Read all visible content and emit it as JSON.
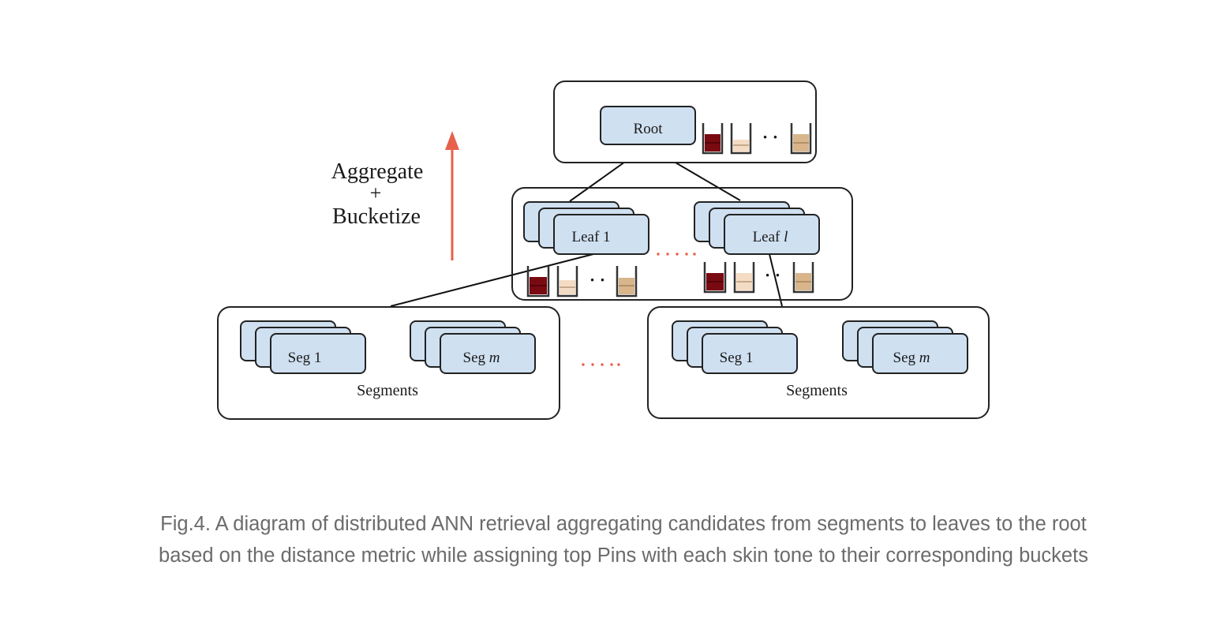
{
  "diagram": {
    "aggregate_label": "Aggregate",
    "plus_label": "+",
    "bucketize_label": "Bucketize",
    "root_label": "Root",
    "leaf_first_label": "Leaf 1",
    "leaf_last_prefix": "Leaf ",
    "leaf_last_var": "l",
    "seg_first_label": "Seg 1",
    "seg_last_prefix": "Seg ",
    "seg_last_var": "m",
    "segments_label": "Segments",
    "ellipsis_dots": "· ·",
    "colors": {
      "node_fill": "#cfe0f1",
      "arrow": "#e8604c",
      "dots": "#e8604c",
      "bucket_dark": "#7a0a12",
      "bucket_light": "#f4dcc4",
      "bucket_tan": "#d9b58c"
    }
  },
  "caption": {
    "line1": "Fig.4. A diagram of distributed ANN retrieval aggregating candidates from segments to leaves to the root",
    "line2": "based on the distance metric while assigning top Pins with each skin tone to their corresponding buckets"
  }
}
